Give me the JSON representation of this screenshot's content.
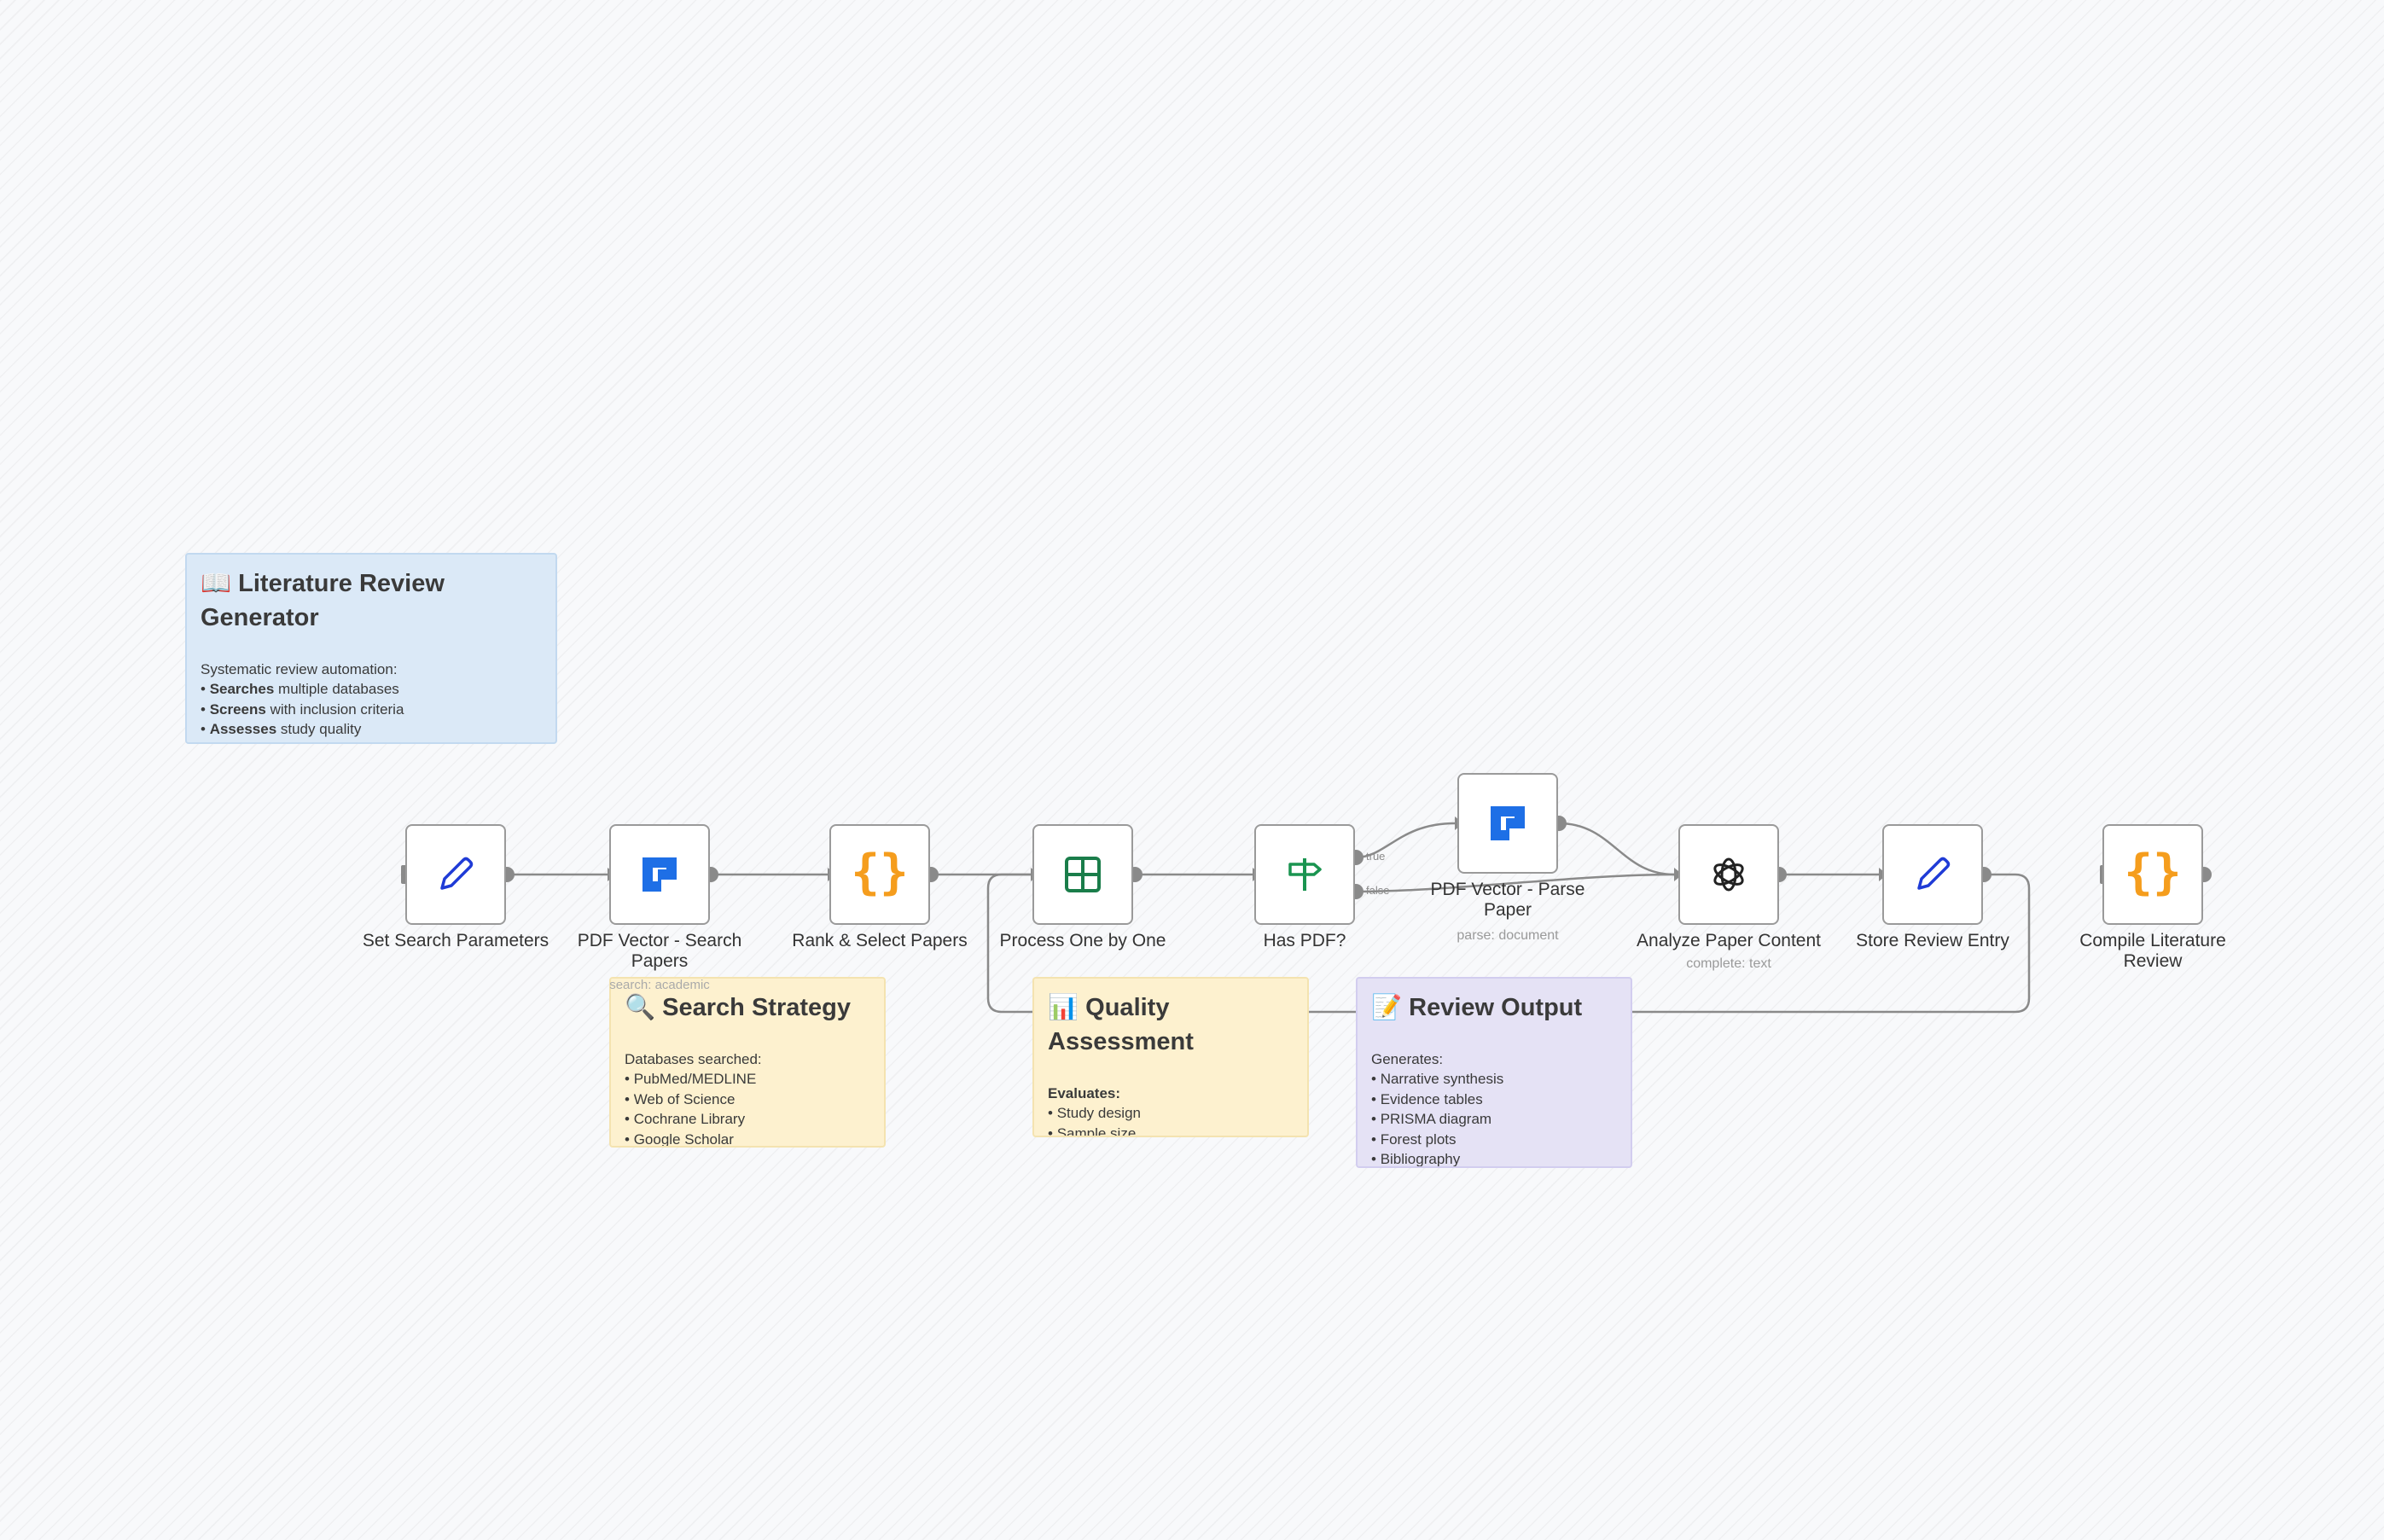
{
  "sticky_notes": {
    "overview": {
      "title": "📖 Literature Review Generator",
      "intro": "Systematic review automation:",
      "items": [
        {
          "bold": "Searches",
          "text": " multiple databases"
        },
        {
          "bold": "Screens",
          "text": " with inclusion criteria"
        },
        {
          "bold": "Assesses",
          "text": " study quality"
        }
      ]
    },
    "search_strategy": {
      "title": "🔍 Search Strategy",
      "intro": "Databases searched:",
      "items": [
        "PubMed/MEDLINE",
        "Web of Science",
        "Cochrane Library",
        "Google Scholar"
      ]
    },
    "quality": {
      "title": "📊 Quality Assessment",
      "intro": "Evaluates:",
      "items": [
        "Study design",
        "Sample size"
      ]
    },
    "review_output": {
      "title": "📝 Review Output",
      "intro": "Generates:",
      "items": [
        "Narrative synthesis",
        "Evidence tables",
        "PRISMA diagram",
        "Forest plots",
        "Bibliography"
      ]
    }
  },
  "nodes": {
    "set_params": {
      "label": "Set Search Parameters",
      "icon": "pencil-icon"
    },
    "search_papers": {
      "label": "PDF Vector - Search Papers",
      "subtitle": "search: academic",
      "icon": "pdf-vector-icon"
    },
    "rank_select": {
      "label": "Rank & Select Papers",
      "icon": "code-braces-icon"
    },
    "process_one": {
      "label": "Process One by One",
      "icon": "split-batches-icon"
    },
    "has_pdf": {
      "label": "Has PDF?",
      "icon": "signpost-icon",
      "true_label": "true",
      "false_label": "false"
    },
    "parse_paper": {
      "label": "PDF Vector - Parse Paper",
      "subtitle": "parse: document",
      "icon": "pdf-vector-icon"
    },
    "analyze": {
      "label": "Analyze Paper Content",
      "subtitle": "complete: text",
      "icon": "openai-icon"
    },
    "store_entry": {
      "label": "Store Review Entry",
      "icon": "pencil-icon"
    },
    "compile": {
      "label": "Compile Literature Review",
      "icon": "code-braces-icon"
    }
  },
  "colors": {
    "pdf_vector_blue": "#1e6fe6",
    "pencil_blue": "#1f3bd6",
    "code_orange": "#f59d1d",
    "batch_green": "#1a7d4a",
    "if_green": "#1a9450",
    "connector_gray": "#8a8a8a"
  }
}
